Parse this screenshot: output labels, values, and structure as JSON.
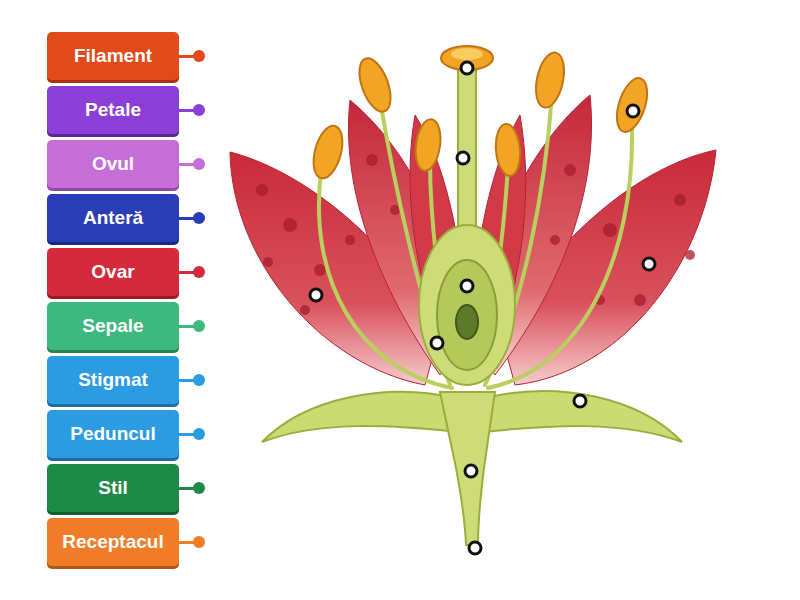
{
  "diagram": {
    "nodes": [
      {
        "text": [
          "Filament"
        ]
      },
      {
        "text": [
          "Petale"
        ]
      },
      {
        "text": [
          "Ovul"
        ]
      },
      {
        "text": [
          "Anteră"
        ]
      },
      {
        "text": [
          "Ovar"
        ]
      },
      {
        "text": [
          "Sepale"
        ]
      },
      {
        "text": [
          "Stigmat"
        ]
      },
      {
        "text": [
          "Peduncul"
        ]
      },
      {
        "text": [
          "Stil"
        ]
      },
      {
        "text": [
          "Receptacul"
        ]
      }
    ]
  }
}
